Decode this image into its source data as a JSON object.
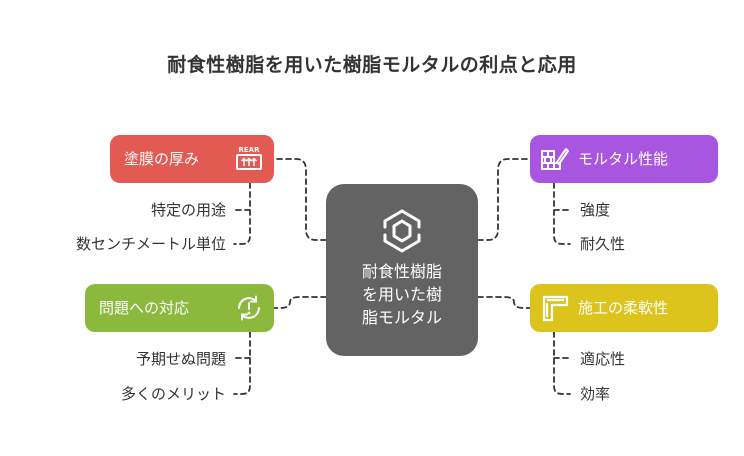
{
  "title": "耐食性樹脂を用いた樹脂モルタルの利点と応用",
  "center": {
    "label_lines": [
      "耐食性樹脂",
      "を用いた樹",
      "脂モルタル"
    ],
    "icon": "hexagon-link-icon"
  },
  "branches": {
    "coating_thickness": {
      "label": "塗膜の厚み",
      "icon": "thickness-gauge-icon",
      "icon_text": "REAR",
      "color": "#e25a52",
      "items": [
        "特定の用途",
        "数センチメートル単位"
      ]
    },
    "problem_response": {
      "label": "問題への対応",
      "icon": "alert-cycle-icon",
      "color": "#8ab93d",
      "items": [
        "予期せぬ問題",
        "多くのメリット"
      ]
    },
    "mortar_performance": {
      "label": "モルタル性能",
      "icon": "brick-trowel-icon",
      "color": "#a855e0",
      "items": [
        "強度",
        "耐久性"
      ]
    },
    "construction_flexibility": {
      "label": "施工の柔軟性",
      "icon": "frame-corner-icon",
      "color": "#dcc41c",
      "items": [
        "適応性",
        "効率"
      ]
    }
  }
}
